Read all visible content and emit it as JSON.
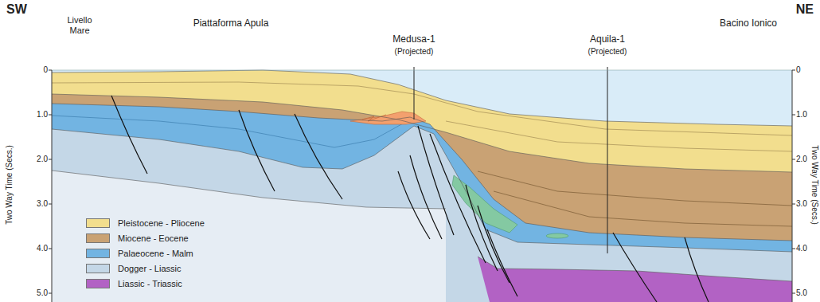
{
  "diagram": {
    "labels": [
      "SW",
      "NE",
      "Livello Mare",
      "Piattaforma Apula",
      "Medusa-1",
      "(Projected)",
      "Aquila-1",
      "(Projected)",
      "Bacino Ionico",
      "Two Way Time (Secs.)",
      "0",
      "1.0",
      "2.0",
      "3.0",
      "4.0",
      "5.0",
      "Two Way Time (Secs.)",
      "0",
      "1.0",
      "2.0",
      "3.0",
      "4.0",
      "5.0"
    ],
    "legend": [
      {
        "text": "Pleistocene - Pliocene",
        "color": "#f2de8e"
      },
      {
        "text": "Miocene - Eocene",
        "color": "#c9a274"
      },
      {
        "text": "Palaeocene - Malm",
        "color": "#72b4e2"
      },
      {
        "text": "Dogger - Liassic",
        "color": "#c4d7e7"
      },
      {
        "text": "Liassic - Triassic",
        "color": "#b262c4"
      }
    ]
  }
}
